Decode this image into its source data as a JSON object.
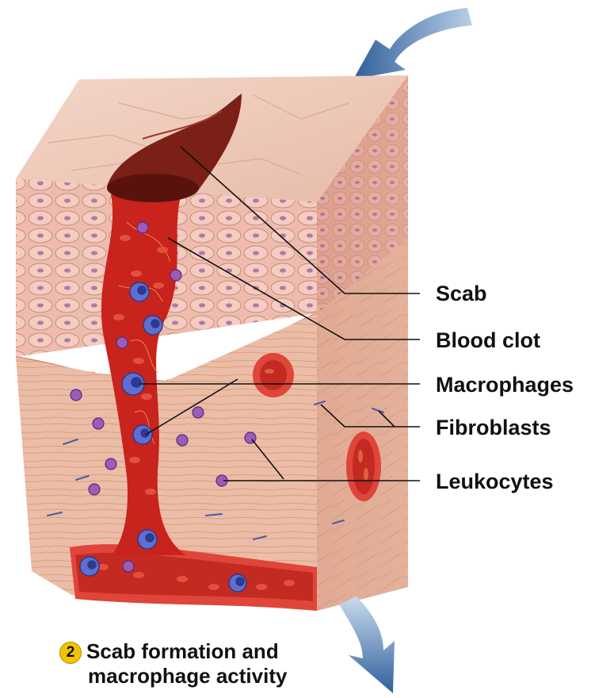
{
  "labels": {
    "scab": "Scab",
    "blood_clot": "Blood clot",
    "macrophages": "Macrophages",
    "fibroblasts": "Fibroblasts",
    "leukocytes": "Leukocytes"
  },
  "caption": {
    "step_number": "2",
    "line1": "Scab formation and",
    "line2": "macrophage activity"
  },
  "colors": {
    "skin_surface": "#ecc4b4",
    "epidermis_cell": "#e3a89a",
    "dermis": "#e8b5a0",
    "blood": "#c8231c",
    "scab": "#7a2016",
    "macrophage": "#5f6fd0",
    "leukocyte": "#9b5bb8",
    "fibroblast": "#4a5aa8",
    "arrow": "#2f5f9a"
  }
}
